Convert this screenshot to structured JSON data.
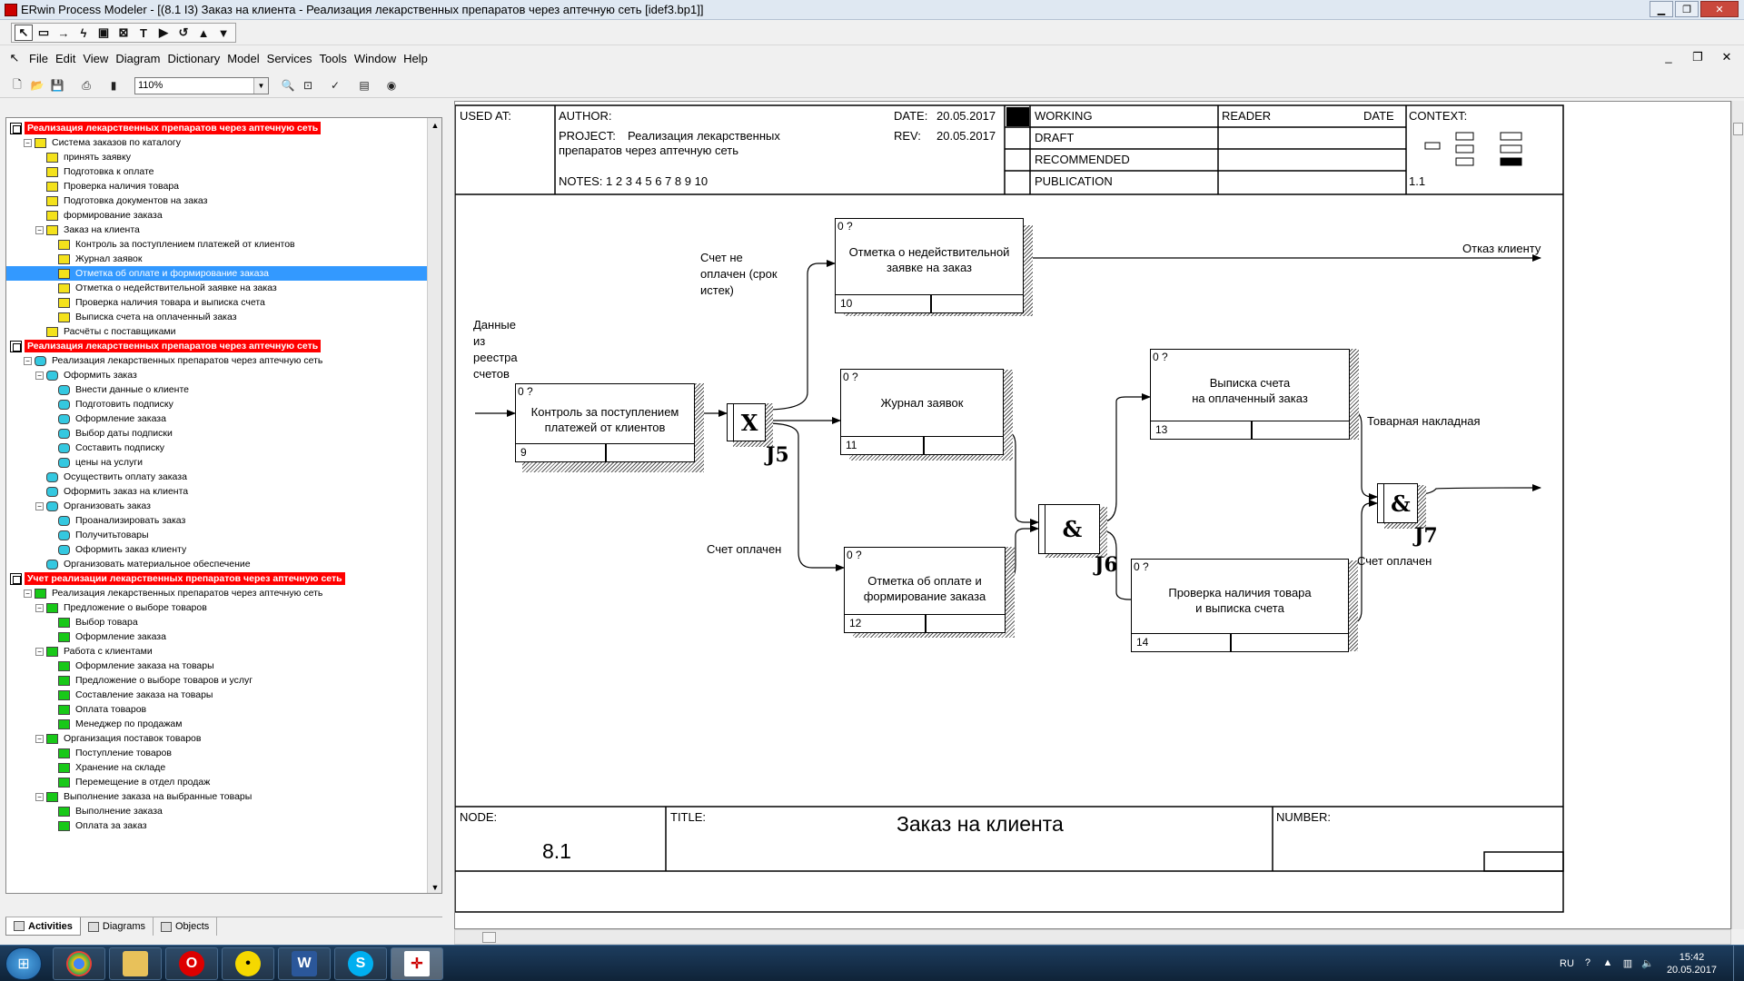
{
  "window": {
    "title": "ERwin Process Modeler - [(8.1 I3) Заказ на клиента - Реализация лекарственных препаратов через аптечную сеть  [idef3.bp1]]"
  },
  "menu": [
    "File",
    "Edit",
    "View",
    "Diagram",
    "Dictionary",
    "Model",
    "Services",
    "Tools",
    "Window",
    "Help"
  ],
  "zoom": "110%",
  "tree": {
    "rows": [
      {
        "level": 0,
        "type": "model",
        "label": "Реализация лекарственных препаратов через аптечную сеть"
      },
      {
        "level": 1,
        "type": "yellow",
        "exp": "−",
        "label": "Система заказов по каталогу"
      },
      {
        "level": 2,
        "type": "yellow",
        "label": "принять заявку"
      },
      {
        "level": 2,
        "type": "yellow",
        "label": "Подготовка к оплате"
      },
      {
        "level": 2,
        "type": "yellow",
        "label": "Проверка наличия товара"
      },
      {
        "level": 2,
        "type": "yellow",
        "label": "Подготовка  документов  на заказ"
      },
      {
        "level": 2,
        "type": "yellow",
        "label": "формирование заказа"
      },
      {
        "level": 2,
        "type": "yellow",
        "exp": "−",
        "label": "Заказ на клиента"
      },
      {
        "level": 3,
        "type": "yellow",
        "label": "Контроль за поступлением  платежей от клиентов"
      },
      {
        "level": 3,
        "type": "yellow",
        "label": "Журнал заявок"
      },
      {
        "level": 3,
        "type": "yellow",
        "label": "Отметка об оплате и  формирование заказа",
        "selected": true
      },
      {
        "level": 3,
        "type": "yellow",
        "label": "Отметка о недействительной  заявке на заказ"
      },
      {
        "level": 3,
        "type": "yellow",
        "label": "Проверка наличия товара и выписка счета"
      },
      {
        "level": 3,
        "type": "yellow",
        "label": "Выписка счета  на оплаченный заказ"
      },
      {
        "level": 2,
        "type": "yellow",
        "label": "Расчёты с поставщиками"
      },
      {
        "level": 0,
        "type": "model",
        "label": "Реализация лекарственных препаратов через аптечную сеть"
      },
      {
        "level": 1,
        "type": "cyan",
        "exp": "−",
        "label": "Реализация  лекарственных  препаратов  через аптечную сеть"
      },
      {
        "level": 2,
        "type": "cyan",
        "exp": "−",
        "label": "Оформить  заказ"
      },
      {
        "level": 3,
        "type": "cyan",
        "label": "Внести данные  о клиенте"
      },
      {
        "level": 3,
        "type": "cyan",
        "label": "Подготовить подписку"
      },
      {
        "level": 3,
        "type": "cyan",
        "label": "Оформление заказа"
      },
      {
        "level": 3,
        "type": "cyan",
        "label": "Выбор даты  подписки"
      },
      {
        "level": 3,
        "type": "cyan",
        "label": "Составить подписку"
      },
      {
        "level": 3,
        "type": "cyan",
        "label": "цены на услуги"
      },
      {
        "level": 2,
        "type": "cyan",
        "label": "Осуществить оплату заказа"
      },
      {
        "level": 2,
        "type": "cyan",
        "label": "Оформить заказ на клиента"
      },
      {
        "level": 2,
        "type": "cyan",
        "exp": "−",
        "label": "Организовать заказ"
      },
      {
        "level": 3,
        "type": "cyan",
        "label": "Проанализировать заказ"
      },
      {
        "level": 3,
        "type": "cyan",
        "label": "Получитьтовары"
      },
      {
        "level": 3,
        "type": "cyan",
        "label": "Оформить заказ клиенту"
      },
      {
        "level": 2,
        "type": "cyan",
        "label": "Организовать материальное обеспечение"
      },
      {
        "level": 0,
        "type": "model",
        "label": "Учет реализации лекарственных препаратов через аптечную сеть"
      },
      {
        "level": 1,
        "type": "green",
        "exp": "−",
        "label": "Реализация  лекарственных  препаратов  через аптечную сеть"
      },
      {
        "level": 2,
        "type": "green",
        "exp": "−",
        "label": "Предложение о выборе товаров"
      },
      {
        "level": 3,
        "type": "green",
        "label": "Выбор товара"
      },
      {
        "level": 3,
        "type": "green",
        "label": "Оформление заказа"
      },
      {
        "level": 2,
        "type": "green",
        "exp": "−",
        "label": "Работа с клиентами"
      },
      {
        "level": 3,
        "type": "green",
        "label": "Оформление  заказа на товары"
      },
      {
        "level": 3,
        "type": "green",
        "label": "Предложение о выборе  товаров и услуг"
      },
      {
        "level": 3,
        "type": "green",
        "label": "Составление заказа  на товары"
      },
      {
        "level": 3,
        "type": "green",
        "label": "Оплата товаров"
      },
      {
        "level": 3,
        "type": "green",
        "label": "Менеджер по продажам"
      },
      {
        "level": 2,
        "type": "green",
        "exp": "−",
        "label": "Организация поставок товаров"
      },
      {
        "level": 3,
        "type": "green",
        "label": "Поступление товаров"
      },
      {
        "level": 3,
        "type": "green",
        "label": "Хранение на складе"
      },
      {
        "level": 3,
        "type": "green",
        "label": "Перемещение в  отдел продаж"
      },
      {
        "level": 2,
        "type": "green",
        "exp": "−",
        "label": "Выполнение заказа  на выбранные товары"
      },
      {
        "level": 3,
        "type": "green",
        "label": "Выполнение заказа"
      },
      {
        "level": 3,
        "type": "green",
        "label": "Оплата за заказ"
      }
    ],
    "tabs": [
      "Activities",
      "Diagrams",
      "Objects"
    ]
  },
  "frame": {
    "used_at": "USED AT:",
    "author": "AUTHOR:",
    "project_label": "PROJECT:",
    "project_line1": "Реализация лекарственных",
    "project_line2": "препаратов через аптечную сеть",
    "notes": "NOTES:  1  2  3  4  5  6  7  8  9  10",
    "date_label": "DATE:",
    "date_value": "20.05.2017",
    "rev_label": "REV:",
    "rev_value": "20.05.2017",
    "working": "WORKING",
    "draft": "DRAFT",
    "recommended": "RECOMMENDED",
    "publication": "PUBLICATION",
    "reader": "READER",
    "date2": "DATE",
    "context": "CONTEXT:",
    "context_num": "1.1",
    "node_label": "NODE:",
    "node_value": "8.1",
    "title_label": "TITLE:",
    "title_value": "Заказ на клиента",
    "number_label": "NUMBER:"
  },
  "diagram": {
    "activities": [
      {
        "id": "a9",
        "corner": "0 ?",
        "line1": "Контроль за поступлением",
        "line2": "платежей от клиентов",
        "num": "9"
      },
      {
        "id": "a10",
        "corner": "0 ?",
        "line1": "Отметка о недействительной",
        "line2": "заявке на заказ",
        "num": "10"
      },
      {
        "id": "a11",
        "corner": "0 ?",
        "line1": "Журнал заявок",
        "line2": "",
        "num": "11"
      },
      {
        "id": "a12",
        "corner": "0 ?",
        "line1": "Отметка об оплате и",
        "line2": "формирование заказа",
        "num": "12"
      },
      {
        "id": "a13",
        "corner": "0 ?",
        "line1": "Выписка счета",
        "line2": "на оплаченный заказ",
        "num": "13"
      },
      {
        "id": "a14",
        "corner": "0 ?",
        "line1": "Проверка наличия товара",
        "line2": "и выписка счета",
        "num": "14"
      }
    ],
    "junctions": [
      {
        "id": "j5",
        "symbol": "X",
        "label": "J5"
      },
      {
        "id": "j6",
        "symbol": "&",
        "label": "J6"
      },
      {
        "id": "j7",
        "symbol": "&",
        "label": "J7"
      }
    ],
    "labels": {
      "input_l1": "Данные",
      "input_l2": "из",
      "input_l3": "реестра",
      "input_l4": "счетов",
      "unpaid_l1": "Счет не",
      "unpaid_l2": "оплачен (срок",
      "unpaid_l3": "истек)",
      "paid_1": "Счет оплачен",
      "refusal": "Отказ клиенту",
      "invoice": "Товарная накладная",
      "paid_2": "Счет оплачен"
    }
  },
  "taskbar": {
    "lang": "RU",
    "time": "15:42",
    "date": "20.05.2017"
  }
}
